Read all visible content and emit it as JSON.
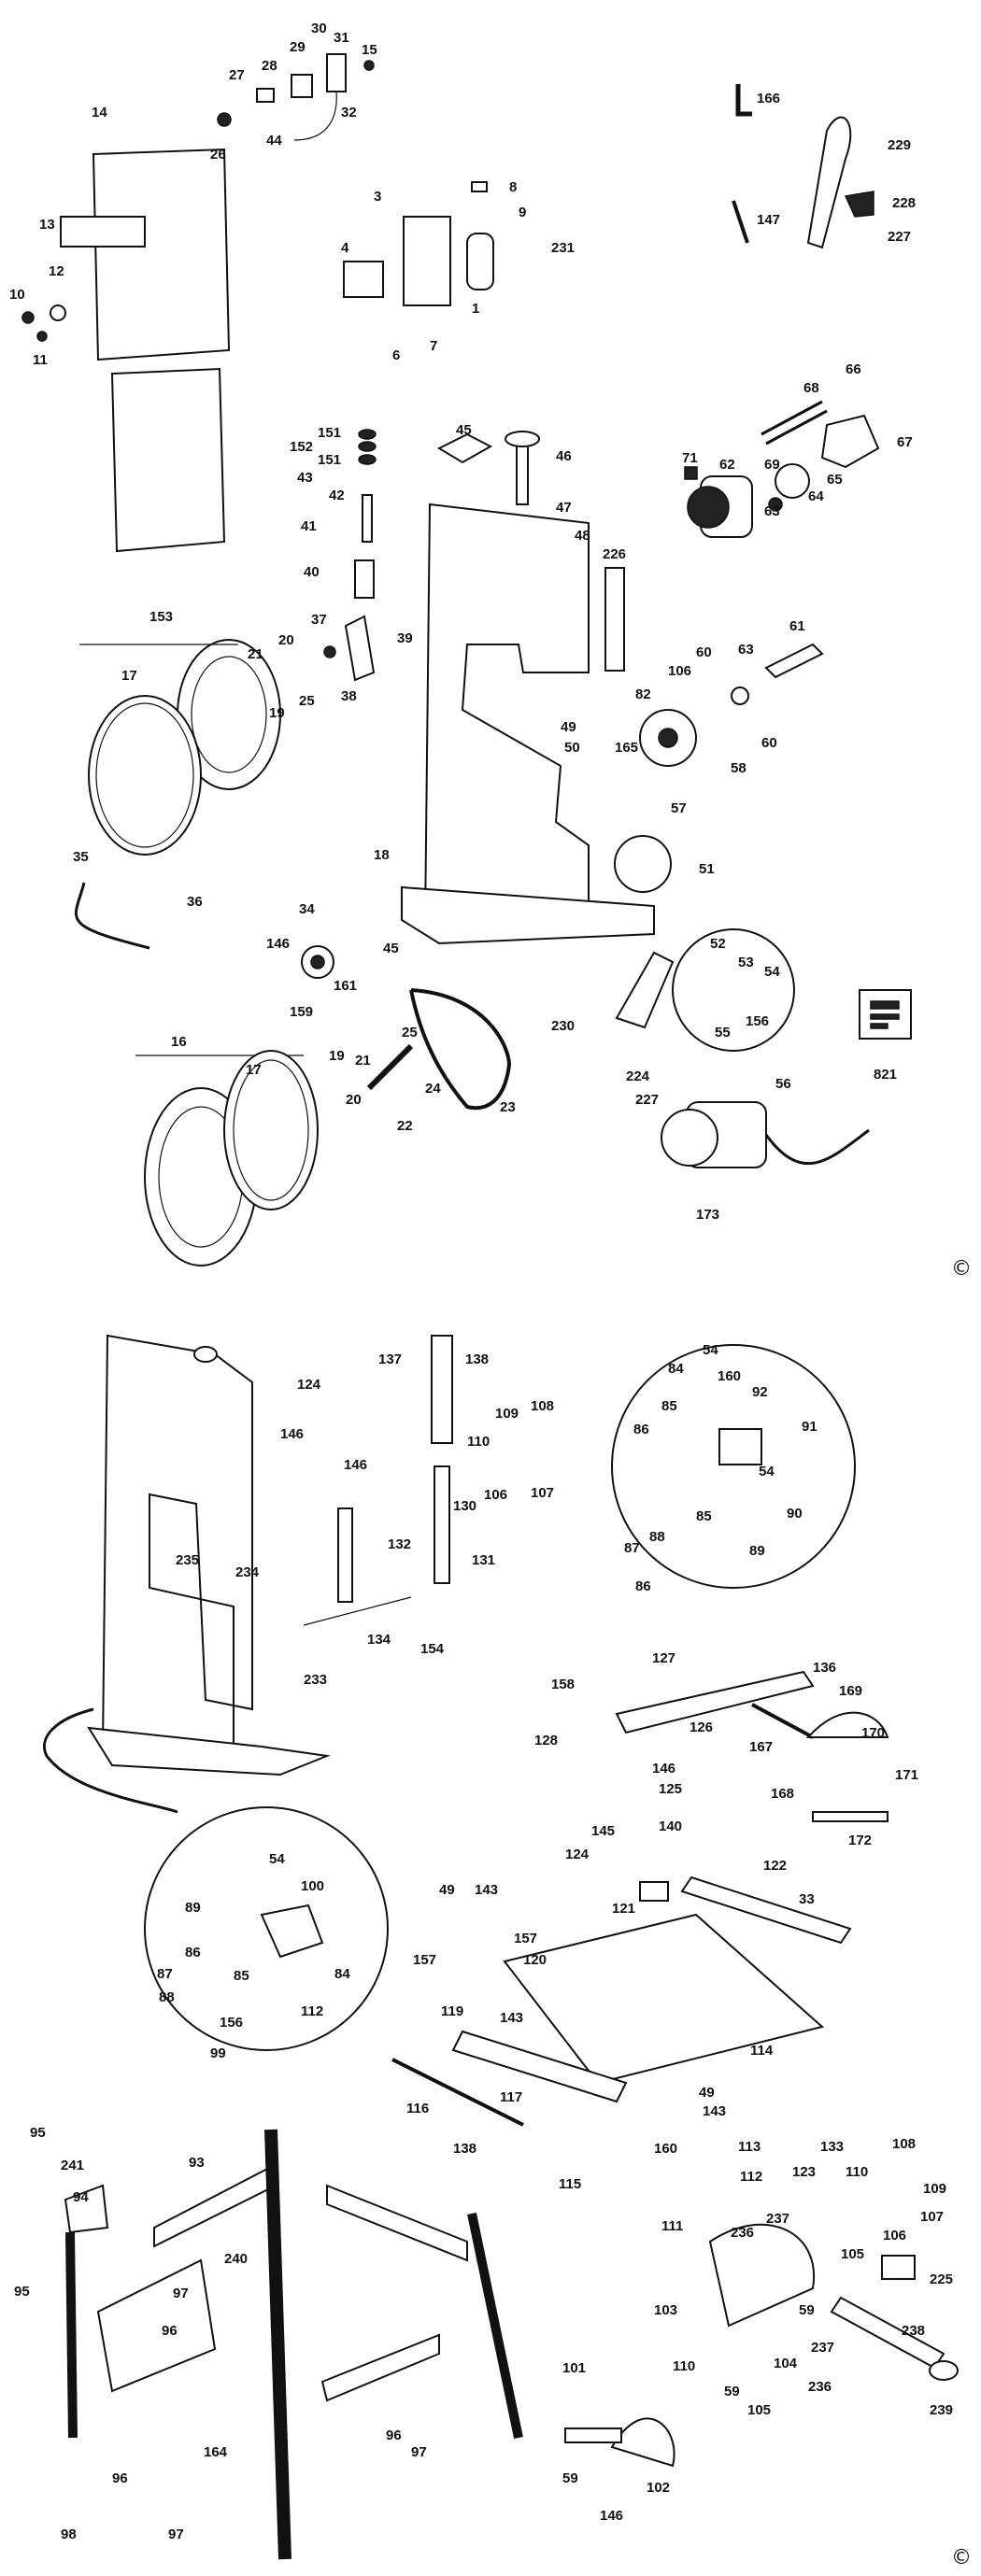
{
  "copyright_symbol": "©",
  "upper_view": {
    "labels": [
      "14",
      "13",
      "10",
      "12",
      "11",
      "26",
      "27",
      "28",
      "29",
      "30",
      "31",
      "15",
      "32",
      "44",
      "3",
      "8",
      "9",
      "4",
      "231",
      "1",
      "6",
      "7",
      "166",
      "229",
      "147",
      "228",
      "227",
      "151",
      "152",
      "151",
      "43",
      "42",
      "41",
      "40",
      "45",
      "46",
      "47",
      "48",
      "226",
      "71",
      "62",
      "68",
      "66",
      "67",
      "69",
      "65",
      "64",
      "63",
      "153",
      "17",
      "21",
      "20",
      "19",
      "25",
      "37",
      "38",
      "39",
      "49",
      "50",
      "82",
      "106",
      "60",
      "61",
      "63",
      "165",
      "58",
      "60",
      "57",
      "18",
      "35",
      "36",
      "34",
      "146",
      "161",
      "159",
      "51",
      "45",
      "52",
      "53",
      "54",
      "55",
      "156",
      "230",
      "224",
      "227",
      "821",
      "56",
      "16",
      "17",
      "19",
      "21",
      "20",
      "25",
      "24",
      "22",
      "23",
      "173"
    ]
  },
  "lower_view": {
    "labels": [
      "137",
      "138",
      "124",
      "146",
      "146",
      "109",
      "108",
      "110",
      "106",
      "107",
      "130",
      "132",
      "131",
      "235",
      "234",
      "233",
      "134",
      "154",
      "54",
      "84",
      "160",
      "85",
      "92",
      "86",
      "91",
      "87",
      "88",
      "85",
      "86",
      "54",
      "90",
      "89",
      "127",
      "158",
      "126",
      "136",
      "169",
      "128",
      "167",
      "170",
      "146",
      "125",
      "168",
      "171",
      "124",
      "145",
      "140",
      "172",
      "54",
      "100",
      "89",
      "86",
      "85",
      "84",
      "87",
      "88",
      "156",
      "112",
      "99",
      "49",
      "143",
      "157",
      "157",
      "120",
      "119",
      "143",
      "121",
      "122",
      "33",
      "114",
      "116",
      "117",
      "49",
      "143",
      "138",
      "160",
      "95",
      "241",
      "93",
      "94",
      "95",
      "97",
      "96",
      "240",
      "164",
      "96",
      "97",
      "96",
      "97",
      "98",
      "113",
      "112",
      "115",
      "133",
      "108",
      "123",
      "110",
      "109",
      "107",
      "106",
      "237",
      "236",
      "111",
      "105",
      "225",
      "103",
      "59",
      "238",
      "110",
      "104",
      "59",
      "237",
      "236",
      "239",
      "101",
      "105",
      "102",
      "59",
      "146"
    ]
  }
}
